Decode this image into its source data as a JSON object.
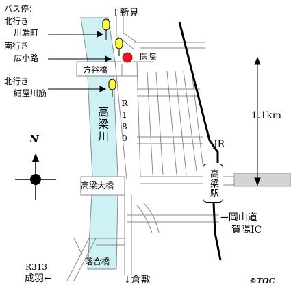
{
  "legend": {
    "title": "バス停：",
    "stops": [
      {
        "direction": "北行き",
        "name": "川端町"
      },
      {
        "direction": "南行き",
        "name": "広小路"
      },
      {
        "direction": "北行き",
        "name": "紺屋川筋"
      }
    ]
  },
  "labels": {
    "north_dest": "↑新見",
    "south_dest": "↓倉敷",
    "hospital": "医院",
    "bridge_hokoku": "方谷橋",
    "bridge_takahashi": "高梁大橋",
    "bridge_ochiai": "落合橋",
    "route_number": "R180",
    "river": "高梁川",
    "rail": "JR",
    "station": "高梁駅",
    "distance": "1.1km",
    "okayama_line1": "→岡山道",
    "okayama_line2": "賀陽IC",
    "route_313": "R313",
    "nariwa": "成羽←",
    "compass_n": "N",
    "copyright": "©TOC"
  },
  "colors": {
    "river": "#cdf1f4",
    "bus_stop": "#ffff33",
    "hospital_marker": "#e8141e",
    "road_outline": "#8a8a8a",
    "rail": "#000000"
  },
  "icons": [
    "bus-stop-icon",
    "hospital-marker-icon",
    "compass-icon"
  ]
}
